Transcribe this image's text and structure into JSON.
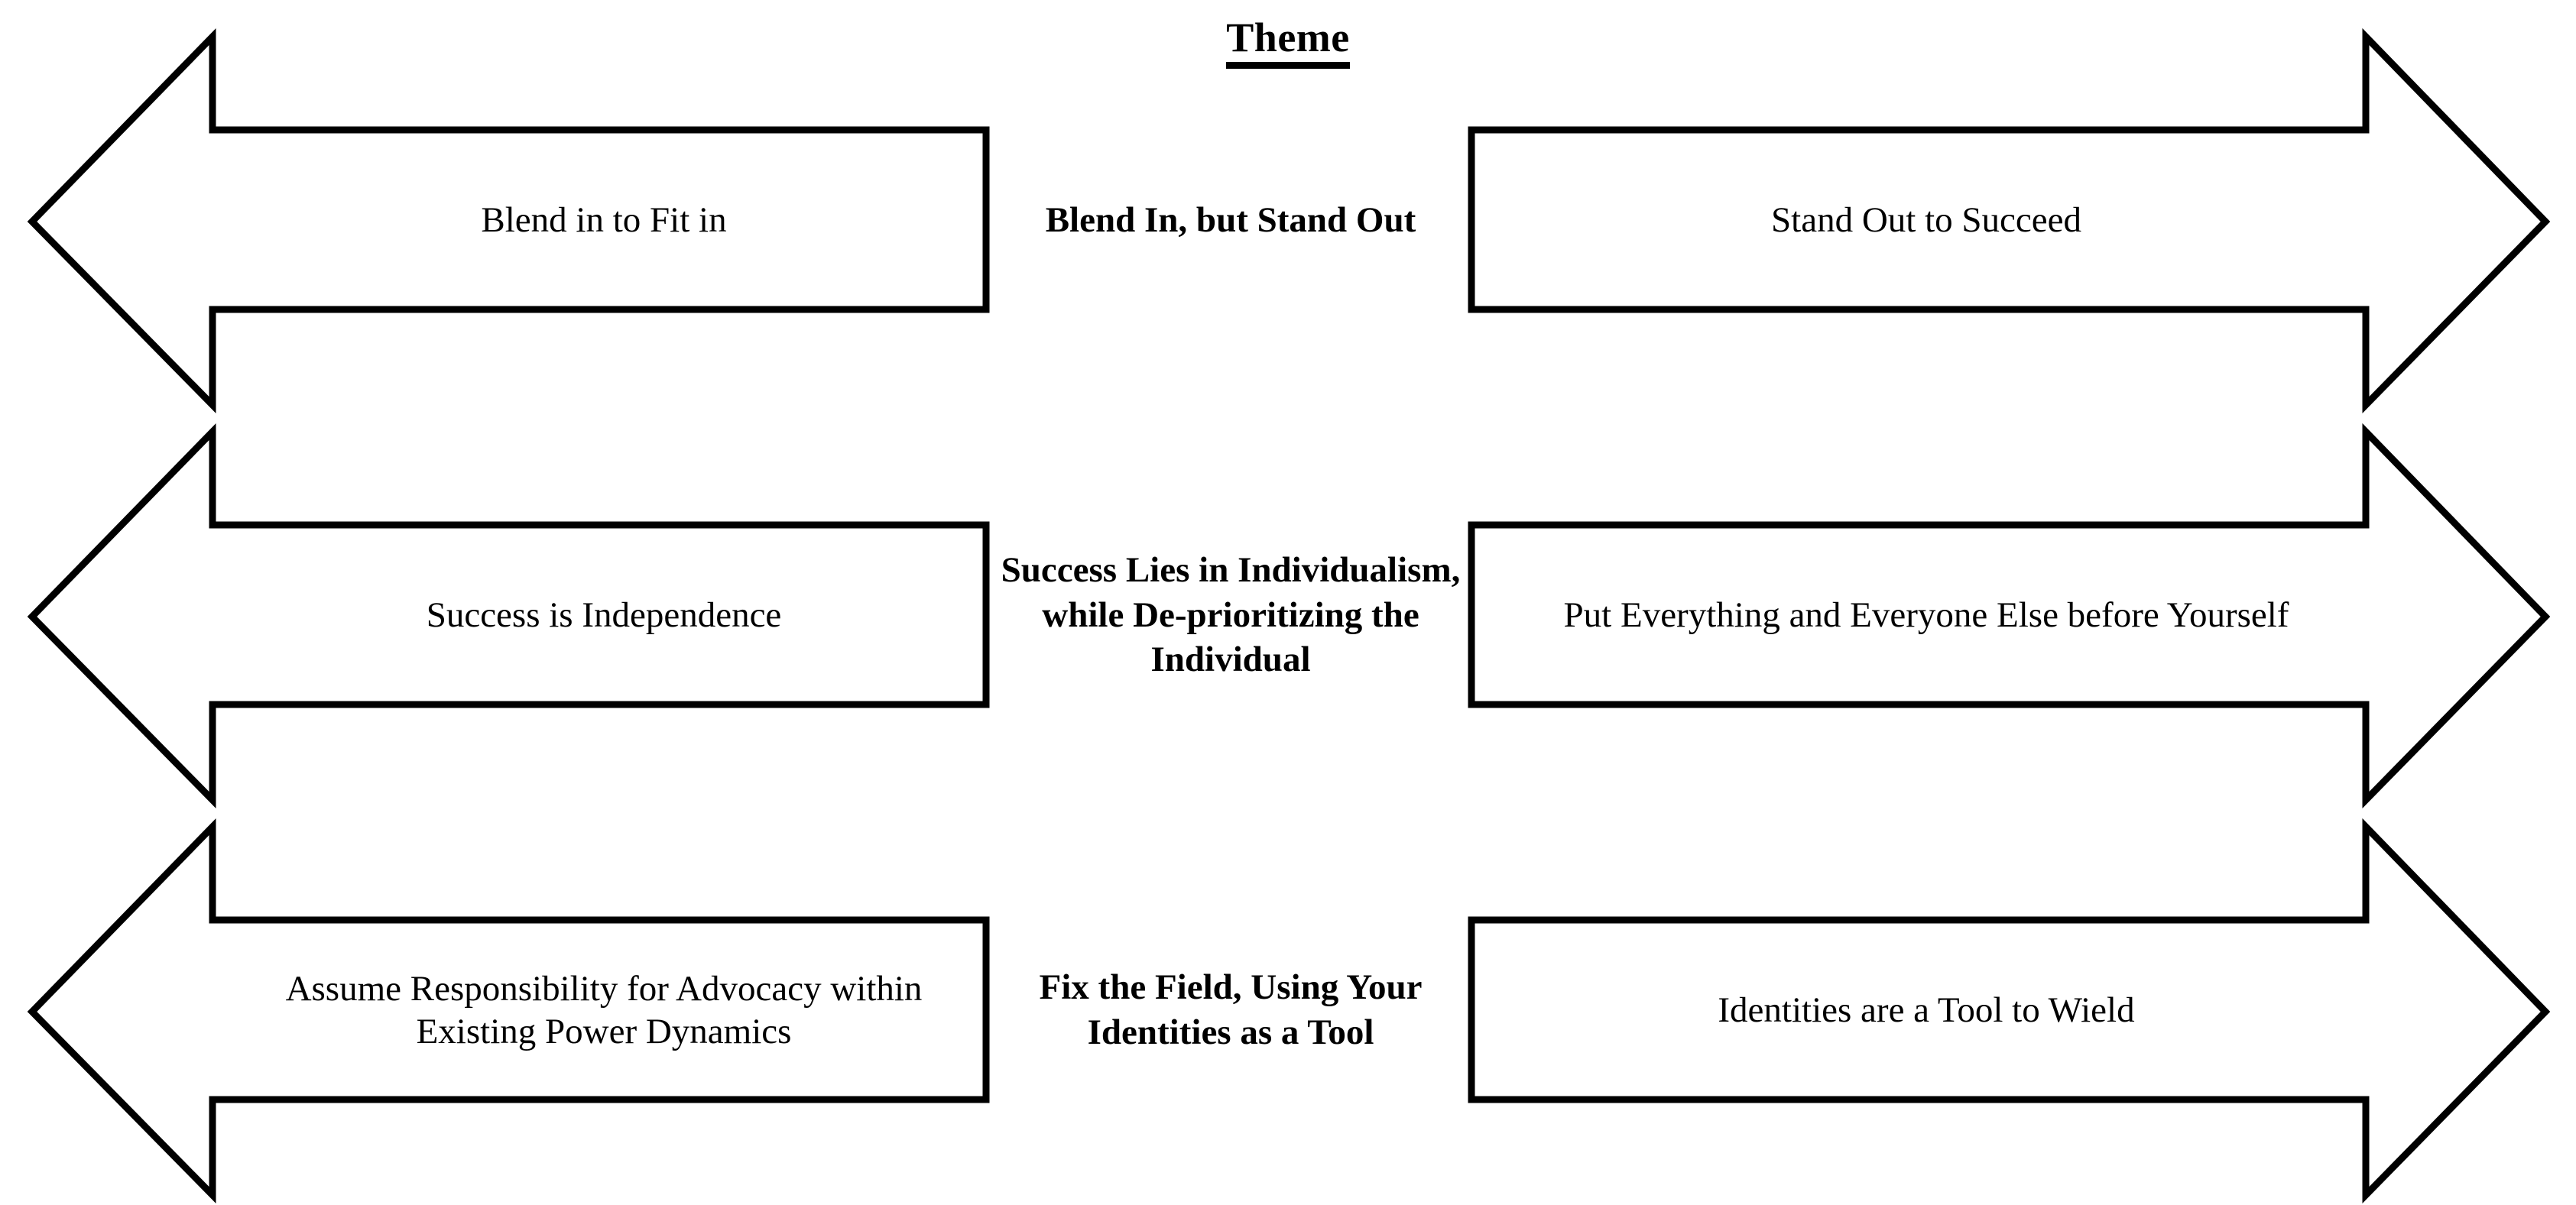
{
  "header": {
    "title": "Theme"
  },
  "diagram": {
    "type": "double-headed-arrow-tension-diagram",
    "row_count": 3,
    "columns": {
      "left_label": "left arrow message",
      "center_label": "theme",
      "right_label": "right arrow message"
    },
    "colors": {
      "stroke": "#000000",
      "fill": "#ffffff",
      "text": "#000000",
      "background": "#ffffff"
    },
    "rows": [
      {
        "left": "Blend in to Fit in",
        "center": "Blend In, but Stand Out",
        "right": "Stand Out to Succeed"
      },
      {
        "left": "Success is Independence",
        "center": "Success Lies in Individualism, while De-prioritizing the Individual",
        "right": "Put Everything and Everyone Else before Yourself"
      },
      {
        "left": "Assume Responsibility for Advocacy within Existing Power Dynamics",
        "center": "Fix the Field, Using Your Identities as a Tool",
        "right": "Identities are a Tool to Wield"
      }
    ]
  }
}
